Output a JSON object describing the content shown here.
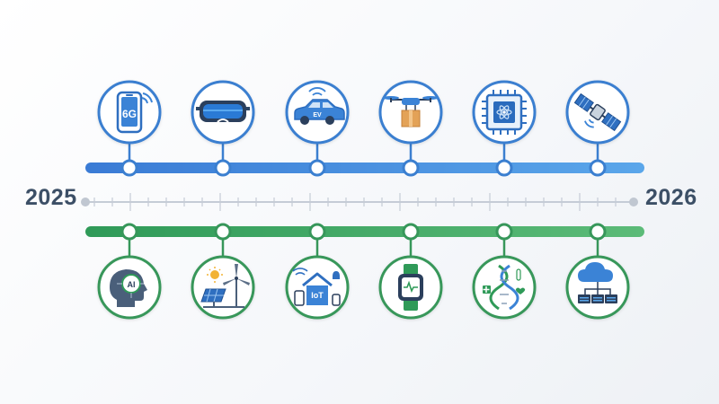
{
  "years": {
    "start": "2025",
    "end": "2026"
  },
  "colors": {
    "blue_track": "#3f86d8",
    "blue_ring": "#3b7fd0",
    "green_track": "#3da35f",
    "green_ring": "#37975a",
    "axis": "#c5ccd6",
    "text": "#3c4f66"
  },
  "top_icons": [
    {
      "name": "smartphone-6g-icon",
      "label": "6G"
    },
    {
      "name": "vr-headset-icon"
    },
    {
      "name": "electric-car-icon",
      "label": "EV"
    },
    {
      "name": "delivery-drone-icon"
    },
    {
      "name": "microchip-icon"
    },
    {
      "name": "satellite-icon"
    }
  ],
  "bottom_icons": [
    {
      "name": "ai-head-icon",
      "label": "AI"
    },
    {
      "name": "solar-wind-energy-icon"
    },
    {
      "name": "smart-home-iot-icon",
      "label": "IoT"
    },
    {
      "name": "smartwatch-health-icon"
    },
    {
      "name": "dna-biotech-icon"
    },
    {
      "name": "cloud-network-icon"
    }
  ]
}
